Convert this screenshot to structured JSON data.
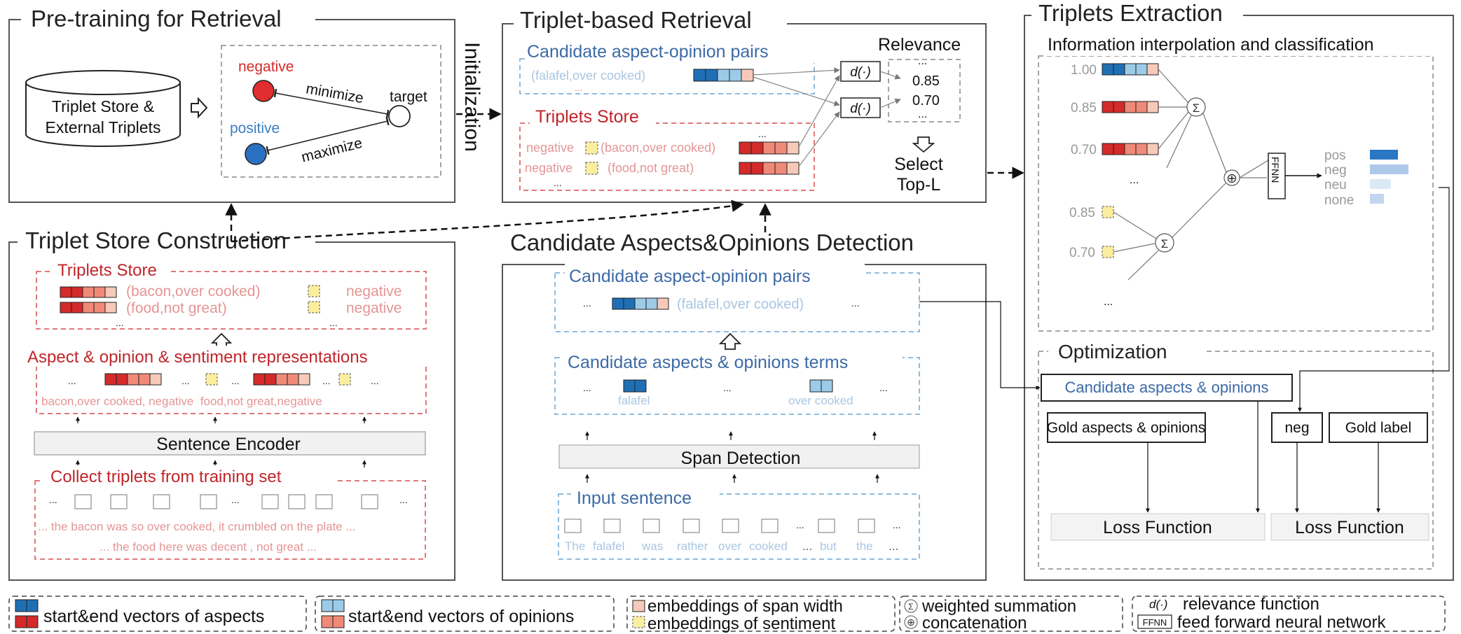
{
  "sections": {
    "pretraining": "Pre-training for Retrieval",
    "triplet_retrieval": "Triplet-based Retrieval",
    "triplets_extraction": "Triplets Extraction",
    "store_construction": "Triplet Store Construction",
    "detection": "Candidate Aspects&Opinions Detection",
    "optimization": "Optimization"
  },
  "pretraining": {
    "store_line1": "Triplet Store &",
    "store_line2": "External Triplets",
    "negative": "negative",
    "positive": "positive",
    "minimize": "minimize",
    "maximize": "maximize",
    "target": "target",
    "initialization": "Initialization"
  },
  "retrieval": {
    "candidate_pairs": "Candidate aspect-opinion pairs",
    "pair_example": "(falafel,over cooked)",
    "ellipsis": "...",
    "triplets_store": "Triplets Store",
    "row1_sent": "negative",
    "row1_pair": "(bacon,over cooked)",
    "row2_sent": "negative",
    "row2_pair": "(food,not great)",
    "relevance": "Relevance",
    "rel_val1": "0.85",
    "rel_val2": "0.70",
    "select_line1": "Select",
    "select_line2": "Top-L",
    "dfunc": "d(·)"
  },
  "extraction": {
    "subtitle": "Information interpolation and classification",
    "w1": "1.00",
    "w2": "0.85",
    "w3": "0.70",
    "w4": "0.85",
    "w5": "0.70",
    "ffnn": "FFNN",
    "pos": "pos",
    "neg": "neg",
    "neu": "neu",
    "none": "none",
    "sigma": "Σ",
    "oplus": "⊕"
  },
  "optimization": {
    "candidate": "Candidate aspects & opinions",
    "gold_aspects": "Gold aspects & opinions",
    "neg": "neg",
    "gold_label": "Gold label",
    "loss1": "Loss Function",
    "loss2": "Loss Function"
  },
  "construction": {
    "triplets_store": "Triplets Store",
    "row1_pair": "(bacon,over cooked)",
    "row1_sent": "negative",
    "row2_pair": "(food,not great)",
    "row2_sent": "negative",
    "representations": "Aspect & opinion & sentiment representations",
    "rep_labels": "bacon,over cooked, negative  food,not great,negative",
    "encoder": "Sentence Encoder",
    "collect": "Collect triplets from training set",
    "sentence1": "... the bacon was so over cooked, it crumbled on the plate ...",
    "sentence2": "... the food here was decent , not great ..."
  },
  "detection": {
    "pairs_title": "Candidate aspect-opinion pairs",
    "pair_example": "(falafel,over cooked)",
    "terms_title": "Candidate aspects & opinions terms",
    "term1": "falafel",
    "term2": "over cooked",
    "span_detection": "Span Detection",
    "input_sentence": "Input sentence",
    "words": [
      "The",
      "falafel",
      "was",
      "rather",
      "over",
      "cooked",
      "...",
      "but",
      "the",
      "..."
    ]
  },
  "legend": {
    "aspects": "start&end vectors of aspects",
    "opinions": "start&end vectors of opinions",
    "span_width": "embeddings of span width",
    "sentiment": "embeddings of sentiment",
    "weighted": "weighted summation",
    "concat": "concatenation",
    "relevance": "relevance function",
    "ffnn": "feed forward neural network",
    "d_symbol": "d(·)",
    "ffnn_symbol": "FFNN"
  },
  "colors": {
    "aspect_dark": "#1f6fb5",
    "aspect_light": "#9ccbe8",
    "negative_red": "#d42a2a",
    "red_light": "#f08a78",
    "pink": "#f7c9b9",
    "sentiment_yellow": "#fbee9f",
    "title_blue": "#3c6aa6",
    "title_red": "#c0252a"
  }
}
